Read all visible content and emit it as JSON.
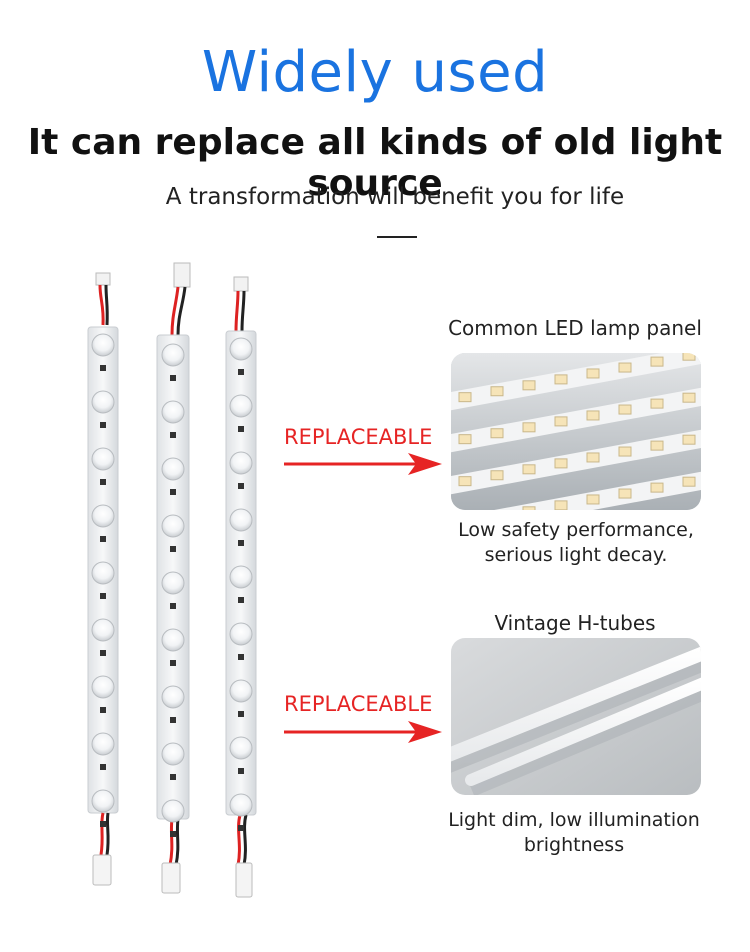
{
  "header": {
    "title": "Widely used",
    "subtitle": "It can replace all kinds of old light source",
    "tagline": "A transformation will benefit you for life"
  },
  "comparisons": [
    {
      "arrow_label": "REPLACEABLE",
      "product_name": "Common LED lamp panel",
      "caption_line1": "Low safety performance,",
      "caption_line2": "serious light decay."
    },
    {
      "arrow_label": "REPLACEABLE",
      "product_name": "Vintage H-tubes",
      "caption_line1": "Light dim, low illumination",
      "caption_line2": "brightness"
    }
  ],
  "colors": {
    "title_blue": "#1a73e0",
    "arrow_red": "#e62424"
  }
}
